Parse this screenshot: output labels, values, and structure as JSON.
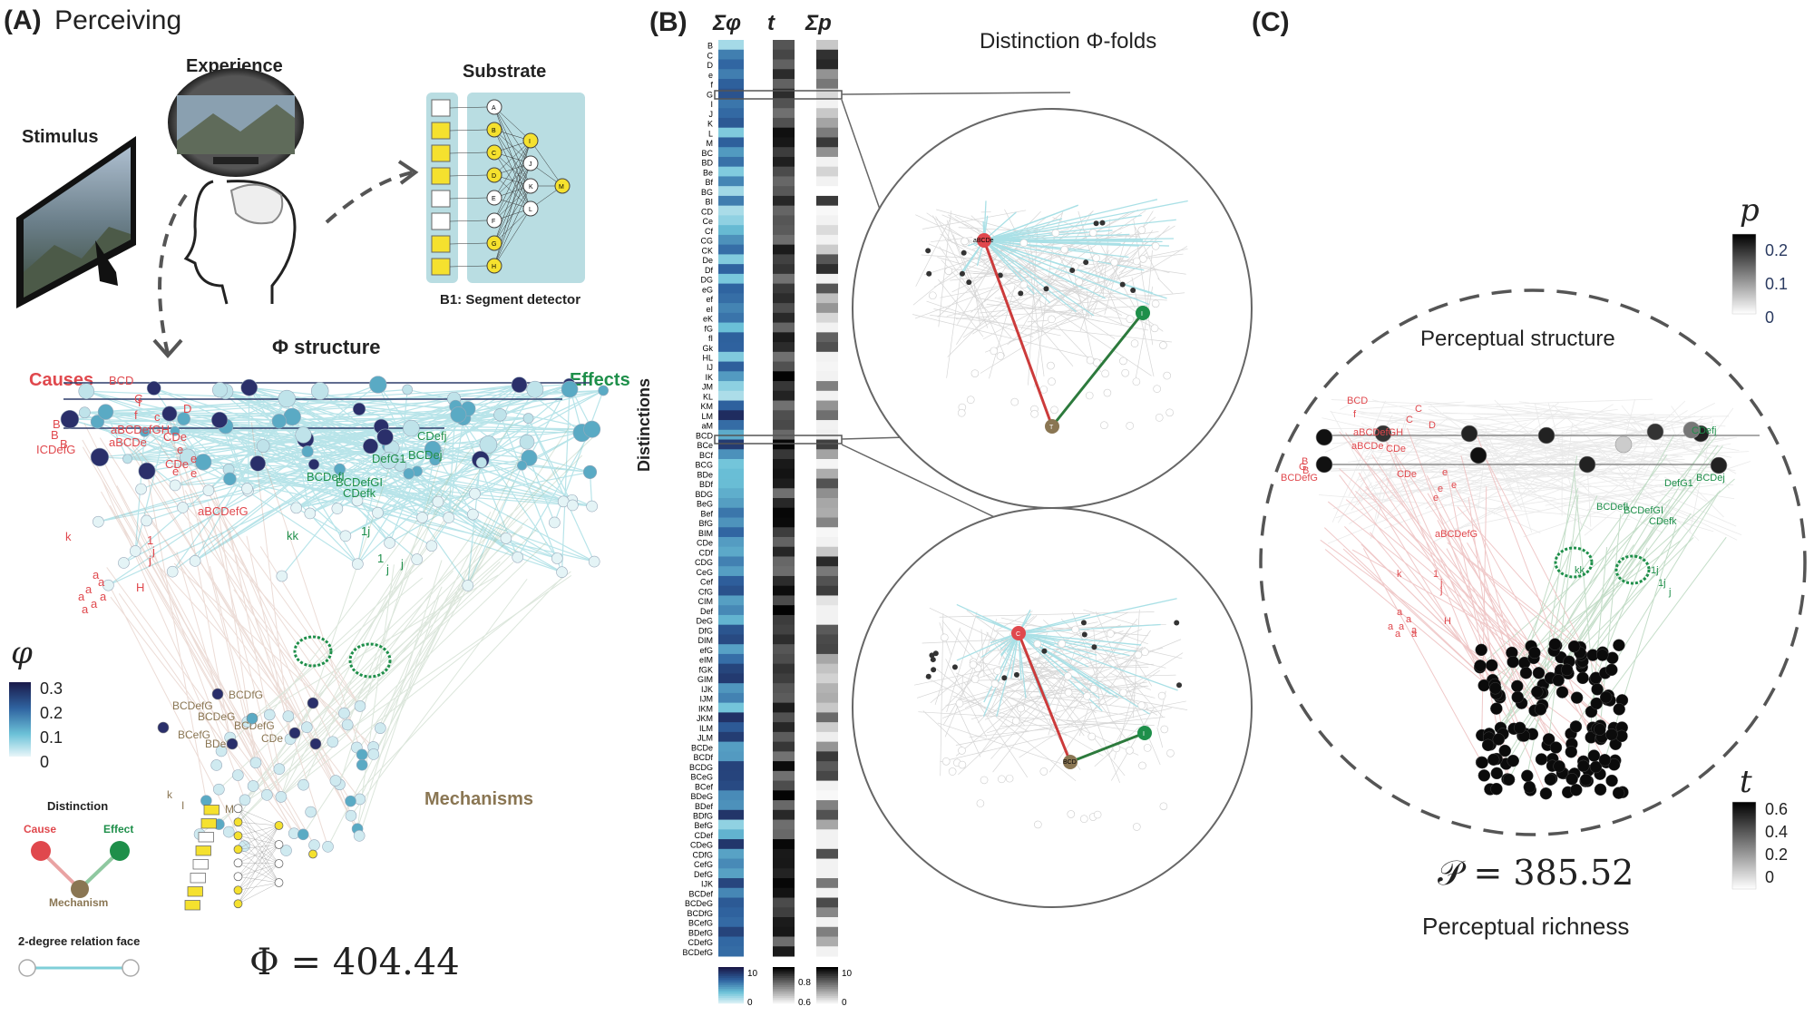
{
  "panelA": {
    "letter": "(A)",
    "title": "Perceiving",
    "stimulus": "Stimulus",
    "experience": "Experience",
    "substrate": "Substrate",
    "substrate_caption": "B1: Segment detector",
    "substrate_nodes": [
      "A",
      "B",
      "C",
      "D",
      "E",
      "F",
      "G",
      "H",
      "I",
      "J",
      "K",
      "L",
      "M"
    ],
    "phi_structure": "Φ structure",
    "causes": "Causes",
    "effects": "Effects",
    "mechanisms": "Mechanisms",
    "cause_labels": [
      "BCD",
      "f",
      "aBCDefGH",
      "aBCDe",
      "CDe",
      "CDe",
      "ICDefG",
      "C",
      "D",
      "f",
      "e",
      "e",
      "e",
      "e",
      "aBCDefG",
      "k",
      "1",
      "j",
      "j",
      "a",
      "a",
      "a",
      "a",
      "a",
      "a",
      "a",
      "H",
      "B",
      "B",
      "B",
      "c"
    ],
    "effect_labels": [
      "CDefj",
      "DefG1",
      "BCDej",
      "BCDefI",
      "BCDefGI",
      "CDefk",
      "kk",
      "1j",
      "1",
      "j",
      "j"
    ],
    "mechanism_labels": [
      "BCDfG",
      "BCDefG",
      "BCDeG",
      "BCefG",
      "BCDefG",
      "BDefG",
      "CDe",
      "k",
      "I",
      "M"
    ],
    "phi_total": "Φ = 404.44",
    "phi_legend": {
      "symbol": "φ",
      "ticks": [
        "0.3",
        "0.2",
        "0.1",
        "0"
      ]
    },
    "distinction_legend": {
      "title": "Distinction",
      "cause": "Cause",
      "effect": "Effect",
      "mechanism": "Mechanism"
    },
    "relation_legend": "2-degree relation face"
  },
  "panelB": {
    "letter": "(B)",
    "columns": [
      "Σφ",
      "t",
      "Σp"
    ],
    "axis_label": "Distinctions",
    "folds_title": "Distinction Φ-folds",
    "rows": [
      "B",
      "C",
      "D",
      "e",
      "f",
      "G",
      "I",
      "J",
      "K",
      "L",
      "M",
      "BC",
      "BD",
      "Be",
      "Bf",
      "BG",
      "BI",
      "CD",
      "Ce",
      "Cf",
      "CG",
      "CK",
      "De",
      "Df",
      "DG",
      "eG",
      "ef",
      "eI",
      "eK",
      "fG",
      "fI",
      "Gk",
      "HL",
      "IJ",
      "IK",
      "JM",
      "KL",
      "KM",
      "LM",
      "aM",
      "BCD",
      "BCe",
      "BCf",
      "BCG",
      "BDe",
      "BDf",
      "BDG",
      "BeG",
      "Bef",
      "BfG",
      "BIM",
      "CDe",
      "CDf",
      "CDG",
      "CeG",
      "Cef",
      "CfG",
      "CIM",
      "Def",
      "DeG",
      "DfG",
      "DIM",
      "efG",
      "eIM",
      "fGK",
      "GIM",
      "IJK",
      "IJM",
      "IKM",
      "JKM",
      "ILM",
      "JLM",
      "BCDe",
      "BCDf",
      "BCDG",
      "BCeG",
      "BCef",
      "BDeG",
      "BDef",
      "BDfG",
      "BefG",
      "CDef",
      "CDeG",
      "CDfG",
      "CefG",
      "DefG",
      "IJK",
      "BCDef",
      "BCDeG",
      "BCDfG",
      "BCefG",
      "BDefG",
      "CDefG",
      "BCDefG"
    ],
    "fold_node_labels": [
      "aBCDe",
      "T",
      "I",
      "BCD",
      "C",
      "I"
    ],
    "colorbar_phi": [
      "10",
      "0"
    ],
    "colorbar_t": [
      "0.8",
      "0.6"
    ],
    "colorbar_p": [
      "10",
      "0"
    ]
  },
  "panelC": {
    "letter": "(C)",
    "perceptual_structure": "Perceptual structure",
    "cause_labels": [
      "BCD",
      "f",
      "aBCDefGH",
      "aBCDe",
      "CDe",
      "CDe",
      "BCDefG",
      "B",
      "G",
      "B",
      "C",
      "C",
      "D",
      "e",
      "e",
      "e",
      "e",
      "aBCDefG",
      "k",
      "1",
      "j",
      "j",
      "a",
      "a",
      "a",
      "a",
      "a",
      "a",
      "a",
      "H"
    ],
    "effect_labels": [
      "CDefj",
      "DefG1",
      "BCDej",
      "BCDefI",
      "BCDefGI",
      "CDefk",
      "kk",
      "1j",
      "1j",
      "j"
    ],
    "p_legend": {
      "symbol": "p",
      "ticks": [
        "0.2",
        "0.1",
        "0"
      ]
    },
    "t_legend": {
      "symbol": "t",
      "ticks": [
        "0.6",
        "0.4",
        "0.2",
        "0"
      ]
    },
    "richness_value": "𝒫 = 385.52",
    "richness_label": "Perceptual richness"
  },
  "colors": {
    "cause": "#e0484d",
    "effect": "#1e8f4a",
    "mechanism": "#8a7653",
    "relation": "#7fcfd8",
    "substrate_bg": "#b9dde2",
    "on_unit": "#f5e12e"
  }
}
